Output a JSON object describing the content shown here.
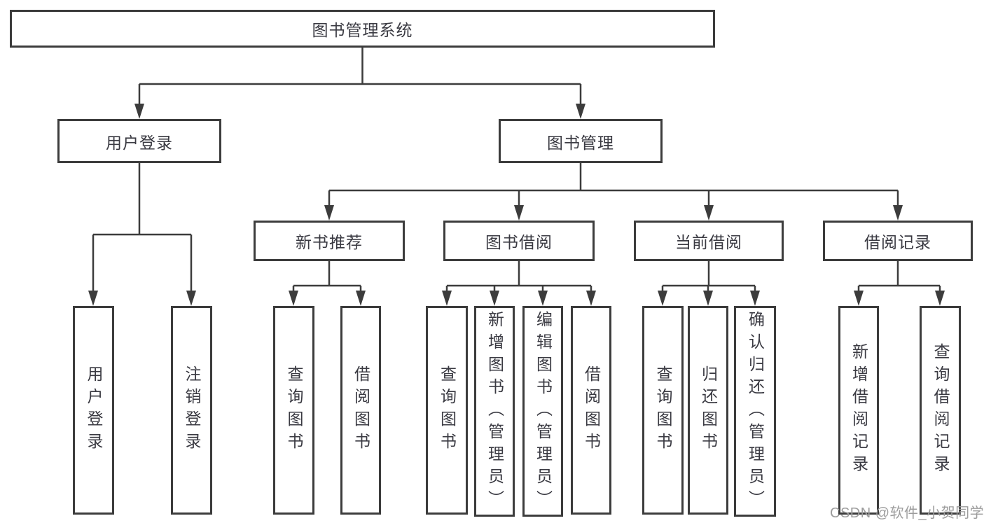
{
  "root": {
    "label": "图书管理系统"
  },
  "level2": [
    {
      "label": "用户登录"
    },
    {
      "label": "图书管理"
    }
  ],
  "level3": [
    {
      "label": "新书推荐"
    },
    {
      "label": "图书借阅"
    },
    {
      "label": "当前借阅"
    },
    {
      "label": "借阅记录"
    }
  ],
  "leaf_groups": {
    "user_login": [
      "用户登录",
      "注销登录"
    ],
    "new_book_recommend": [
      "查询图书",
      "借阅图书"
    ],
    "book_borrow": [
      "查询图书",
      "新增图书（管理员）",
      "编辑图书（管理员）",
      "借阅图书"
    ],
    "current_borrow": [
      "查询图书",
      "归还图书",
      "确认归还（管理员）"
    ],
    "borrow_records": [
      "新增借阅记录",
      "查询借阅记录"
    ]
  },
  "watermark": "CSDN @软件_小贺同学",
  "colors": {
    "line": "#3c3c3c",
    "text": "#3a3a42",
    "box_background": "#ffffff",
    "watermark": "#9c9c9c"
  }
}
